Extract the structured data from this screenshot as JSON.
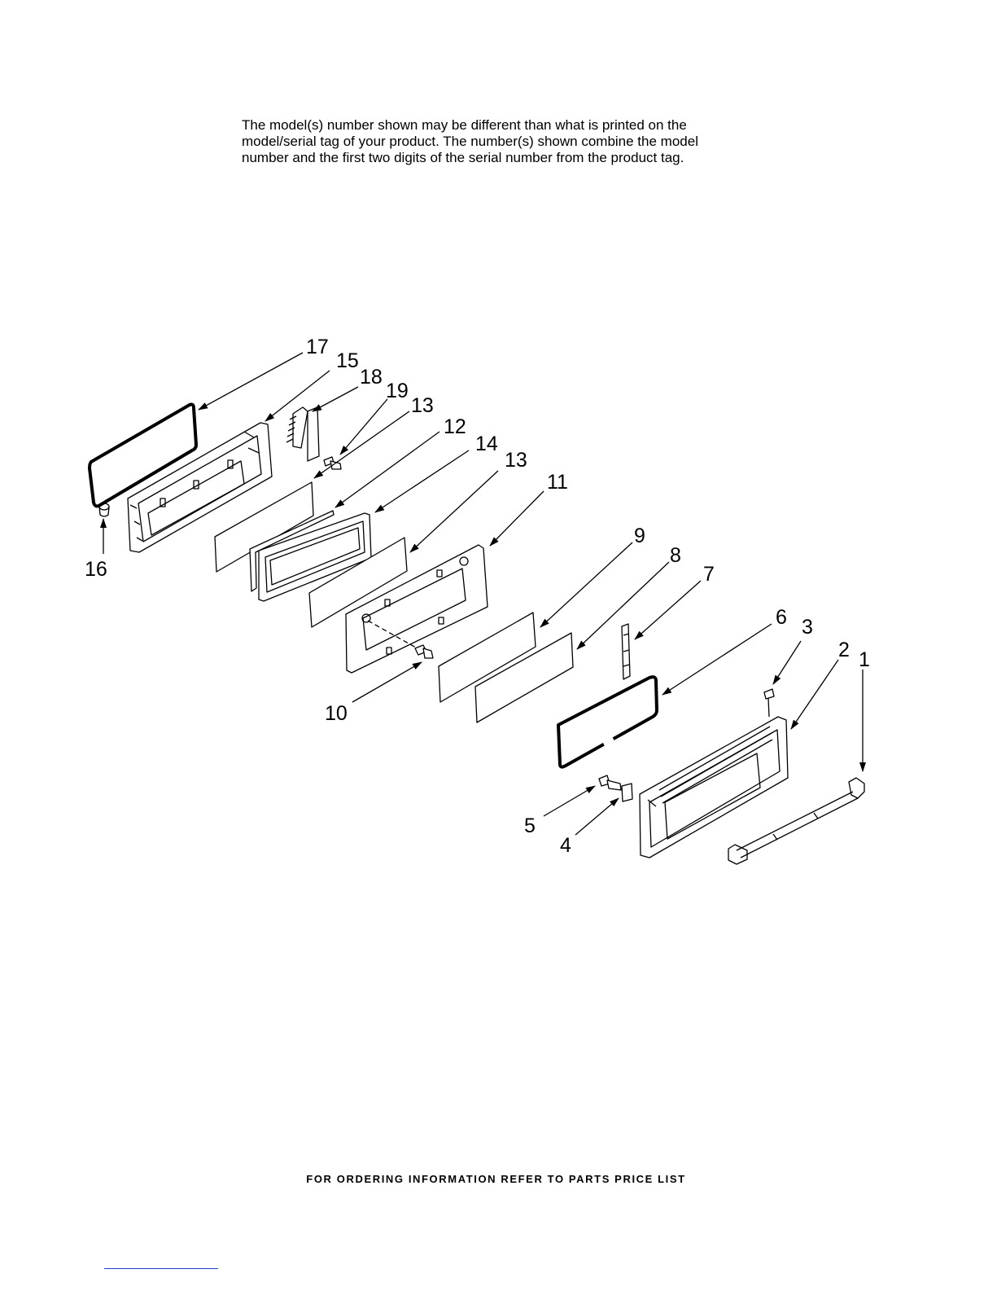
{
  "notice": {
    "line1": "The model(s) number shown may be different than what is printed on the",
    "line2": "model/serial tag of your product. The number(s) shown combine the model",
    "line3": "number and the first two digits of the serial number from the product tag."
  },
  "footer": {
    "text": "FOR ORDERING INFORMATION REFER TO PARTS PRICE LIST"
  },
  "callouts": {
    "c1": "1",
    "c2": "2",
    "c3": "3",
    "c4": "4",
    "c5": "5",
    "c6": "6",
    "c7": "7",
    "c8": "8",
    "c9": "9",
    "c10": "10",
    "c11": "11",
    "c12": "12",
    "c13a": "13",
    "c13b": "13",
    "c14": "14",
    "c15": "15",
    "c16": "16",
    "c17": "17",
    "c18": "18",
    "c19": "19"
  }
}
